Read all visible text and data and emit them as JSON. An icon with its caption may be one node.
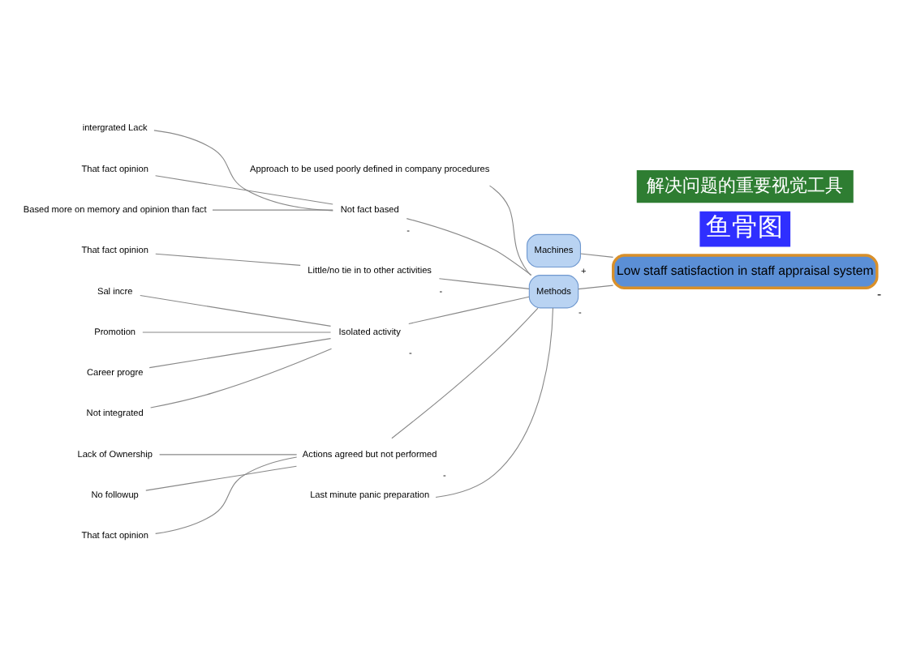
{
  "diagram": {
    "nodes": [
      {
        "text": [
          "Low staff satisfaction in staff appraisal system"
        ],
        "beside": [
          "-"
        ]
      },
      {
        "text": [
          "Machines"
        ],
        "beside": [
          "+"
        ]
      },
      {
        "text": [
          "Methods"
        ],
        "beside": [
          "-"
        ]
      },
      {
        "text": [
          "Approach to be used poorly defined in company procedures"
        ]
      },
      {
        "text": [
          "Not fact based"
        ],
        "beside": [
          "-"
        ]
      },
      {
        "text": [
          "intergrated Lack"
        ]
      },
      {
        "text": [
          "That fact opinion"
        ]
      },
      {
        "text": [
          "Based more on memory and opinion than fact"
        ]
      },
      {
        "text": [
          "Little/no tie in to other activities"
        ],
        "beside": [
          "-"
        ]
      },
      {
        "text": [
          "That fact opinion"
        ]
      },
      {
        "text": [
          "Isolated activity"
        ],
        "beside": [
          "-"
        ]
      },
      {
        "text": [
          "Sal incre"
        ]
      },
      {
        "text": [
          "Promotion"
        ]
      },
      {
        "text": [
          "Career progre"
        ]
      },
      {
        "text": [
          "Not integrated"
        ]
      },
      {
        "text": [
          "Actions agreed but not performed"
        ],
        "beside": [
          "-"
        ]
      },
      {
        "text": [
          "Lack of Ownership"
        ]
      },
      {
        "text": [
          "No followup"
        ]
      },
      {
        "text": [
          "That fact opinion"
        ]
      },
      {
        "text": [
          "Last minute panic preparation"
        ]
      }
    ],
    "edges": [
      {
        "from": 0,
        "to": 1,
        "arrow": "none"
      },
      {
        "from": 0,
        "to": 2,
        "arrow": "none"
      },
      {
        "from": 2,
        "to": 3,
        "arrow": "none"
      },
      {
        "from": 2,
        "to": 4,
        "arrow": "none"
      },
      {
        "from": 4,
        "to": 5,
        "arrow": "none"
      },
      {
        "from": 4,
        "to": 6,
        "arrow": "none"
      },
      {
        "from": 4,
        "to": 7,
        "arrow": "none"
      },
      {
        "from": 2,
        "to": 8,
        "arrow": "none"
      },
      {
        "from": 8,
        "to": 9,
        "arrow": "none"
      },
      {
        "from": 2,
        "to": 10,
        "arrow": "none"
      },
      {
        "from": 10,
        "to": 11,
        "arrow": "none"
      },
      {
        "from": 10,
        "to": 12,
        "arrow": "none"
      },
      {
        "from": 10,
        "to": 13,
        "arrow": "none"
      },
      {
        "from": 10,
        "to": 14,
        "arrow": "none"
      },
      {
        "from": 2,
        "to": 15,
        "arrow": "none"
      },
      {
        "from": 15,
        "to": 16,
        "arrow": "none"
      },
      {
        "from": 15,
        "to": 17,
        "arrow": "none"
      },
      {
        "from": 15,
        "to": 18,
        "arrow": "none"
      },
      {
        "from": 2,
        "to": 19,
        "arrow": "none"
      }
    ],
    "labels": [
      "鱼骨图",
      "解决问题的重要视觉工具"
    ]
  }
}
